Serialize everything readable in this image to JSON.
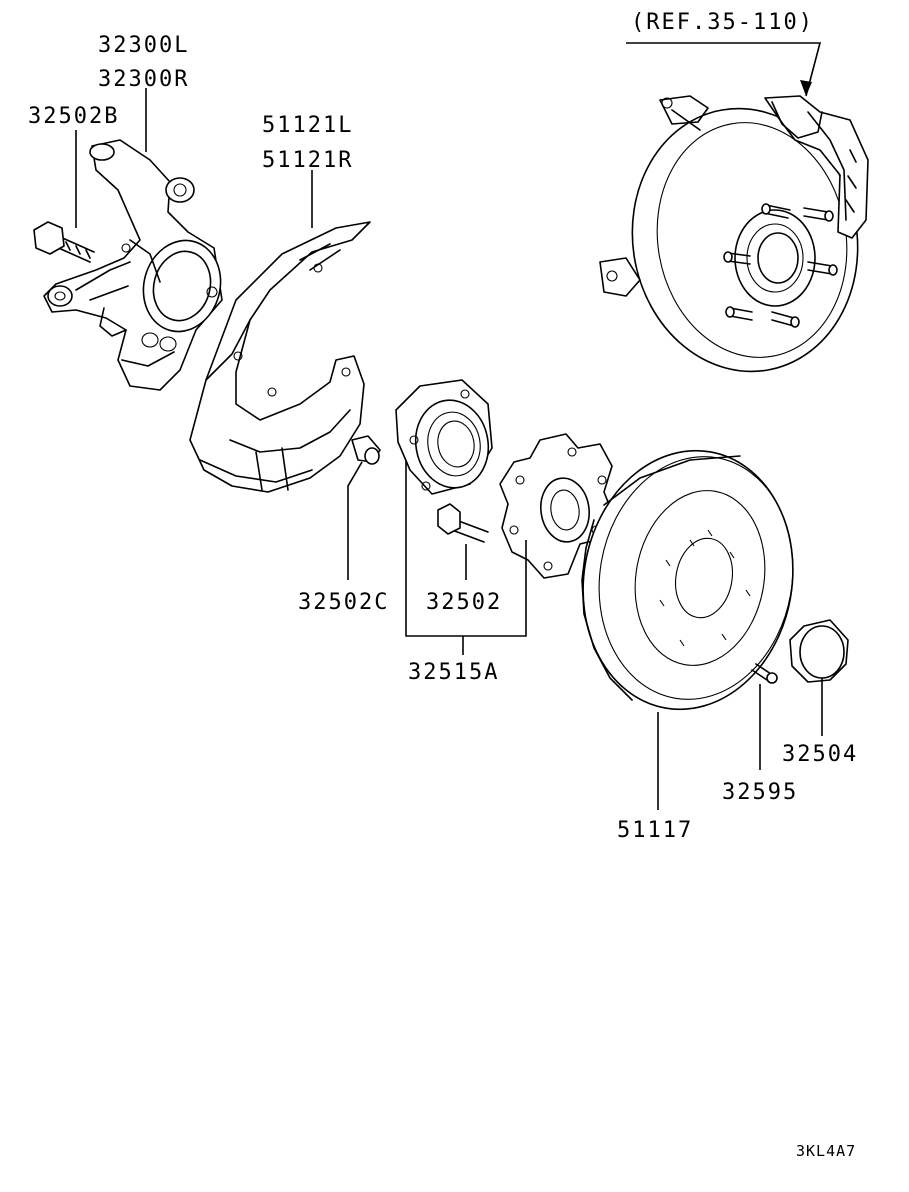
{
  "ref_label": "(REF.35-110)",
  "parts": {
    "knuckle_left": "32300L",
    "knuckle_right": "32300R",
    "knuckle_bolt": "32502B",
    "dust_cover_left": "51121L",
    "dust_cover_right": "51121R",
    "cover_bolt": "32502C",
    "hub_bolt": "32502",
    "hub_assembly": "32515A",
    "brake_disc": "51117",
    "disc_screw": "32595",
    "hub_cap": "32504"
  },
  "diagram_code": "3KL4A7"
}
